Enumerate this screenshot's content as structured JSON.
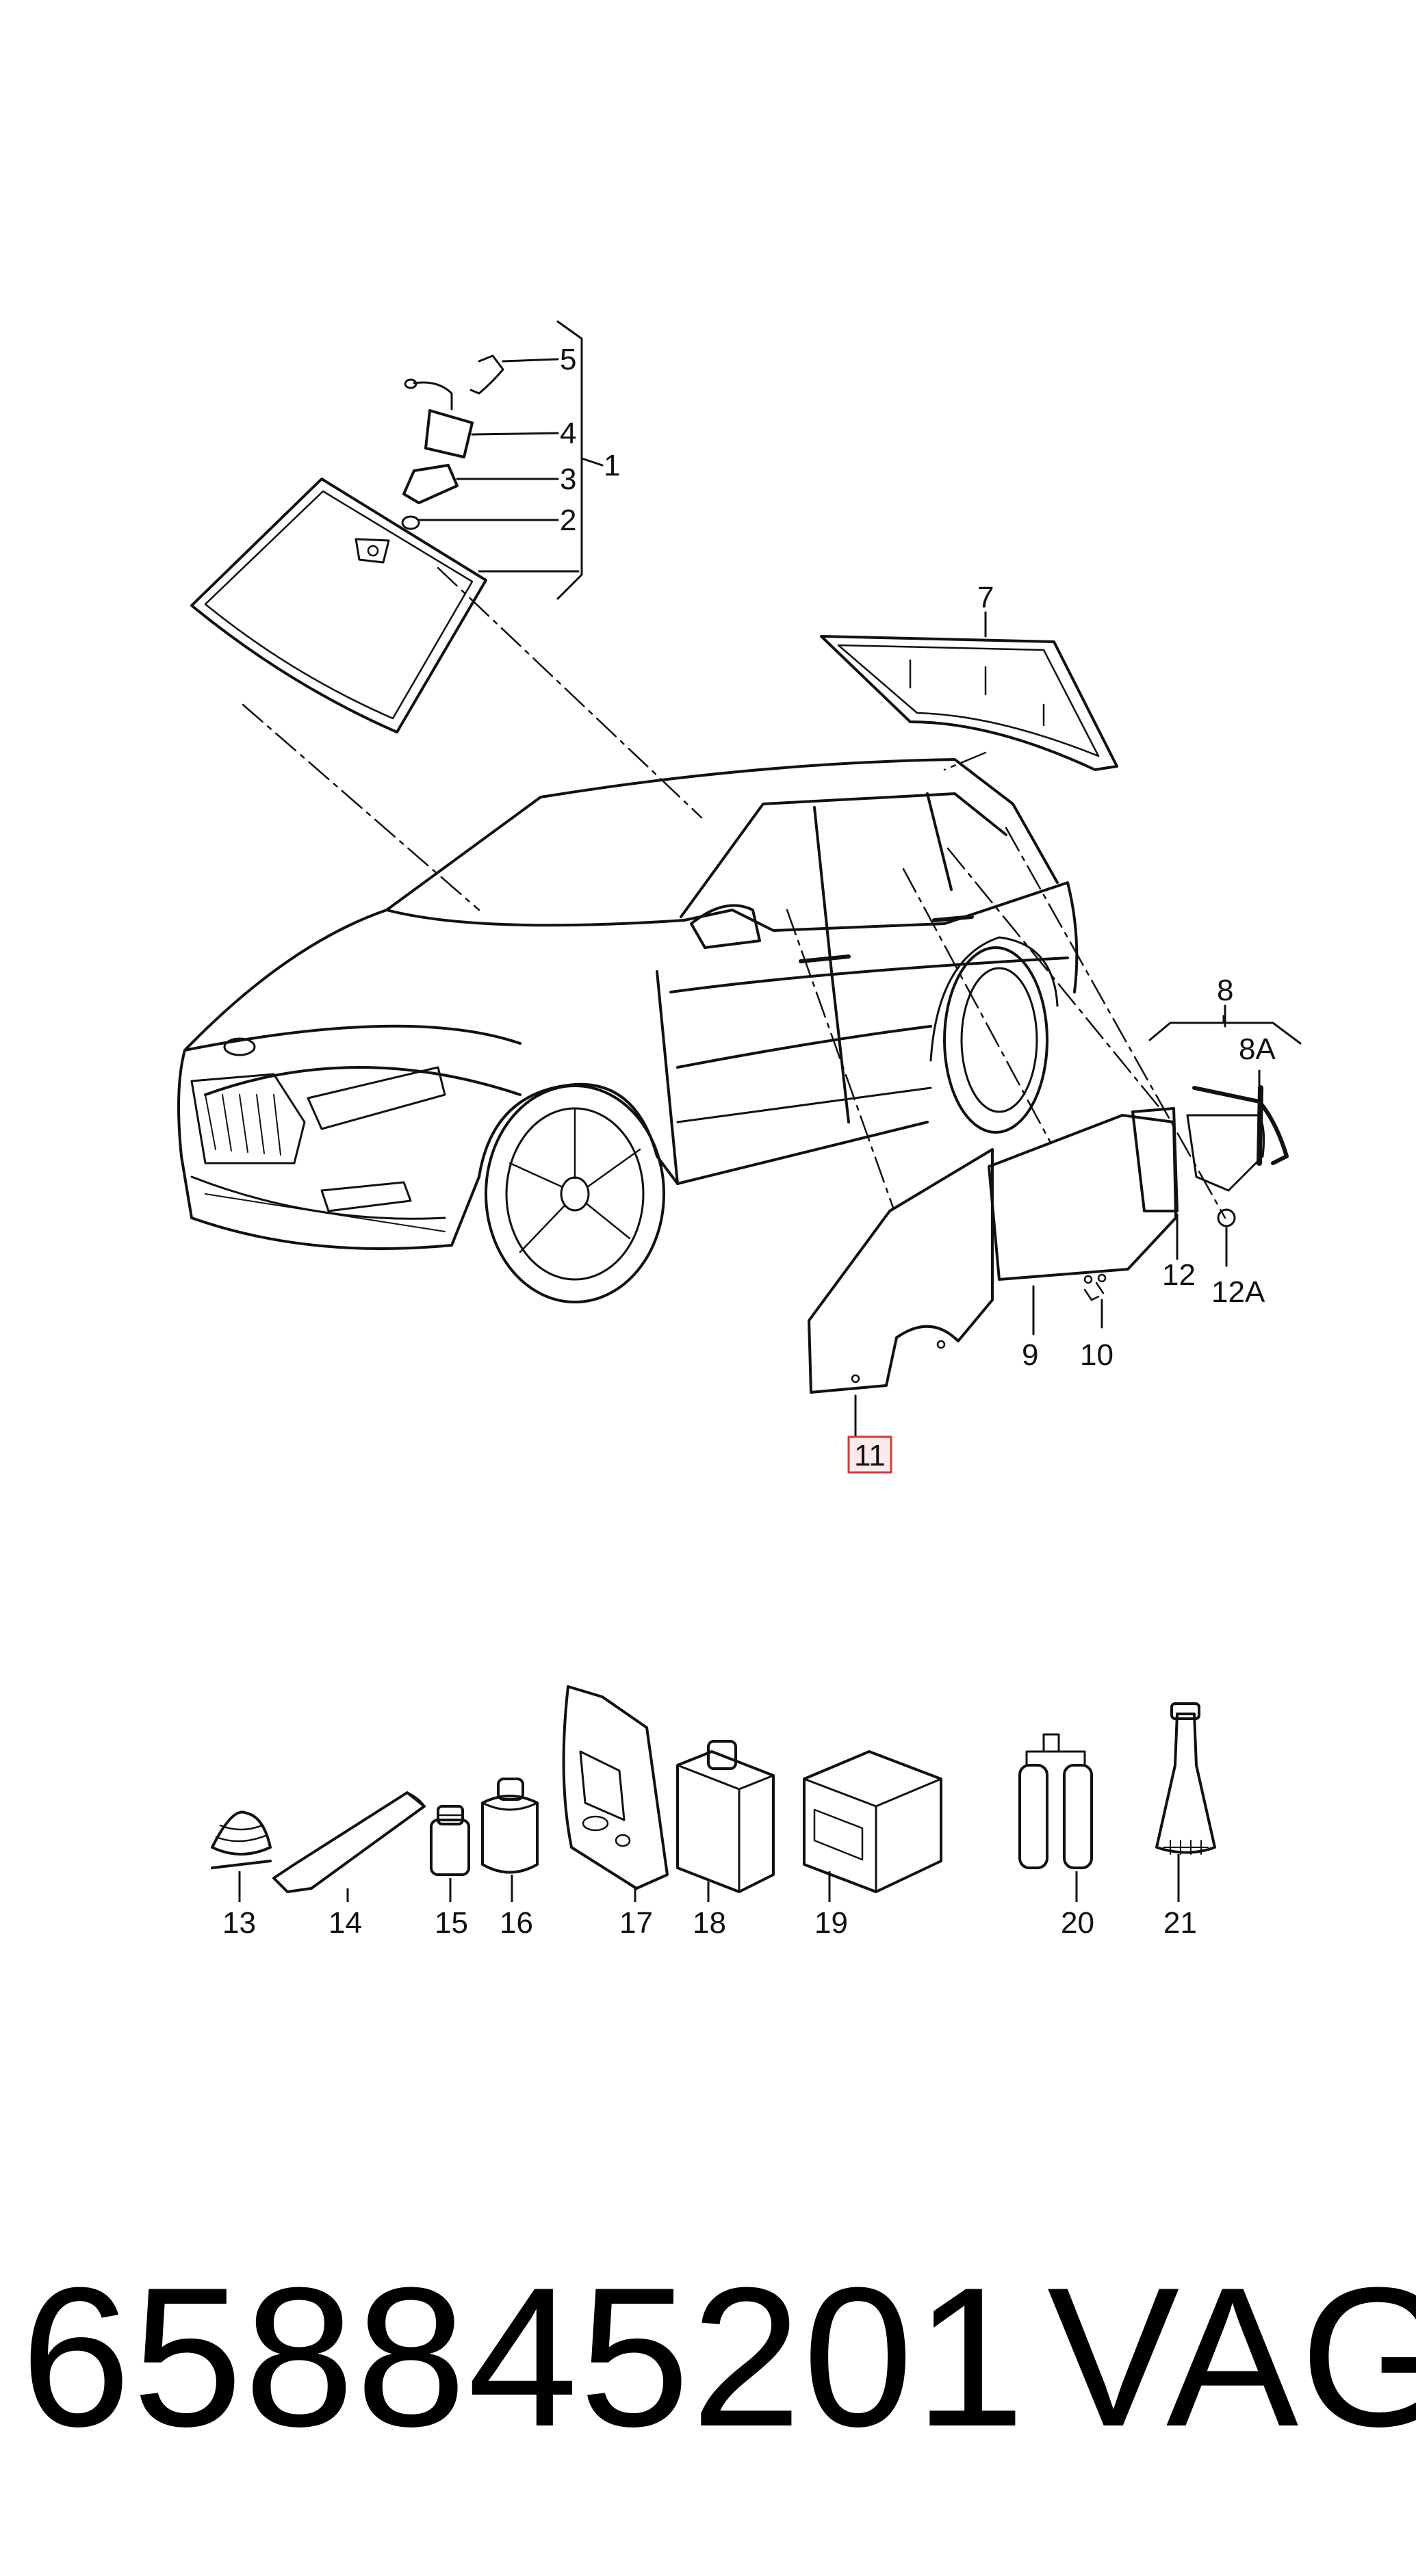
{
  "callouts": {
    "c1": "1",
    "c2": "2",
    "c3": "3",
    "c4": "4",
    "c5": "5",
    "c7": "7",
    "c8": "8",
    "c8a": "8A",
    "c9": "9",
    "c10": "10",
    "c11": "11",
    "c12": "12",
    "c12a": "12A",
    "c13": "13",
    "c14": "14",
    "c15": "15",
    "c16": "16",
    "c17": "17",
    "c18": "18",
    "c19": "19",
    "c20": "20",
    "c21": "21"
  },
  "highlighted_callout": "11",
  "footer": {
    "part_number": "658845201",
    "brand": "VAG"
  }
}
